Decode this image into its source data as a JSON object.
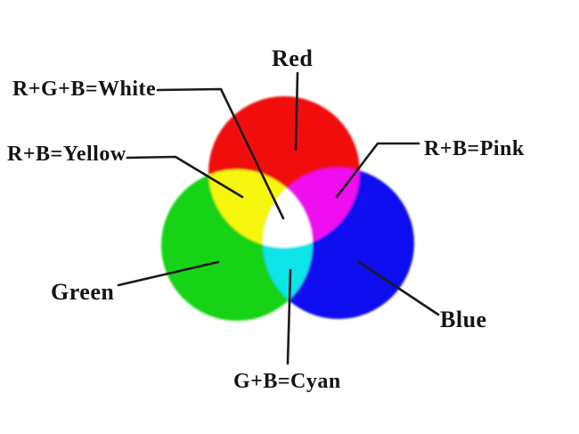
{
  "diagram": {
    "type": "additive-color-mixing-venn",
    "labels": {
      "red": "Red",
      "green": "Green",
      "blue": "Blue",
      "white": "R+G+B=White",
      "yellow": "R+B=Yellow",
      "pink": "R+B=Pink",
      "cyan": "G+B=Cyan"
    },
    "colors": {
      "red": "#f20d0d",
      "green": "#17d317",
      "blue": "#0d0df0",
      "yellow": "#f5f50a",
      "magenta": "#f011f0",
      "cyan": "#10e5e8",
      "white": "#ffffff",
      "line": "#1a1a1a",
      "text": "#141414",
      "background": "#ffffff"
    }
  }
}
